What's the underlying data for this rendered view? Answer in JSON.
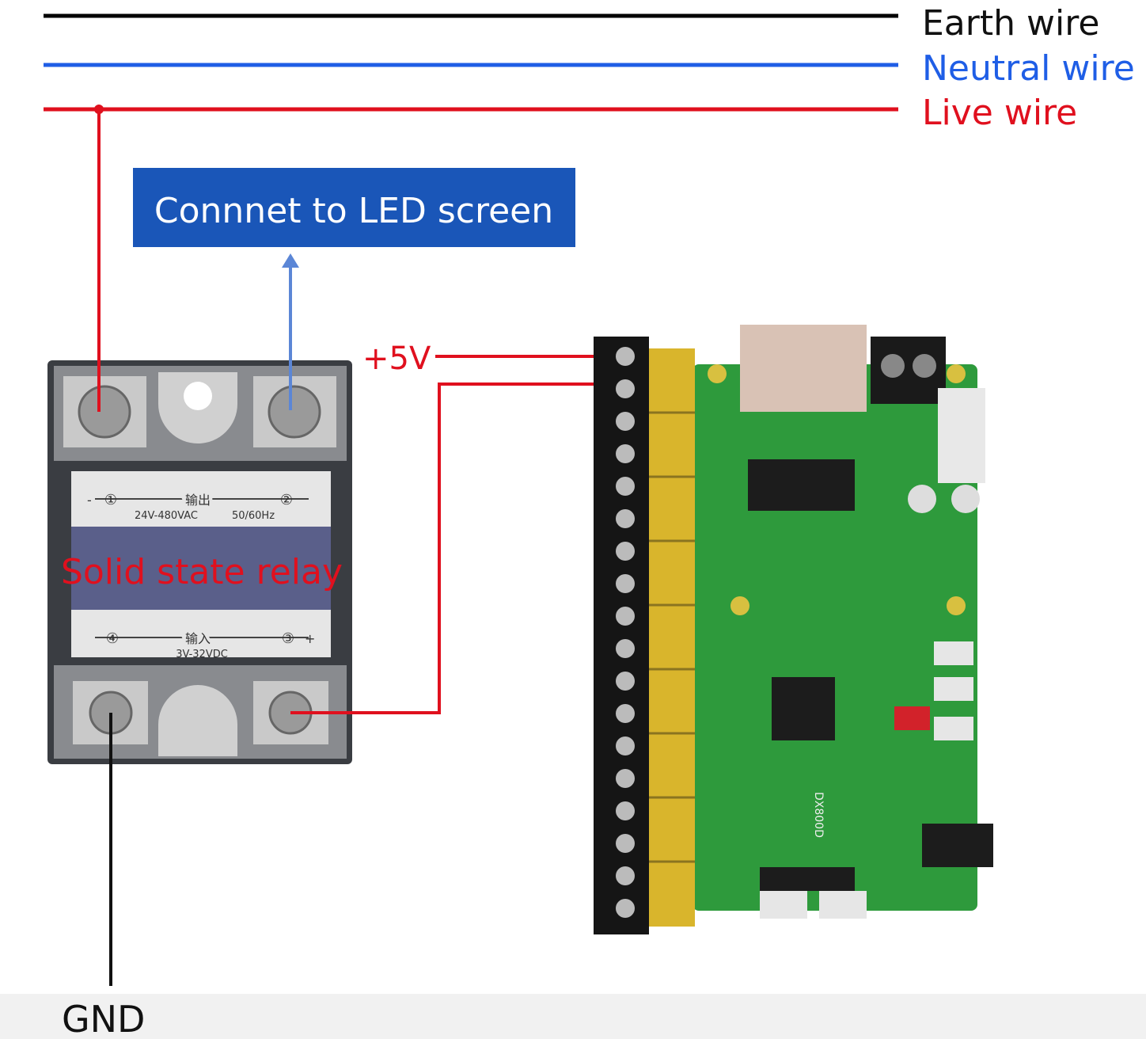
{
  "legend": {
    "earth": {
      "label": "Earth wire",
      "color": "#000000"
    },
    "neutral": {
      "label": "Neutral wire",
      "color": "#1f5ee6"
    },
    "live": {
      "label": "Live wire",
      "color": "#e0101e"
    }
  },
  "led_box": {
    "label": "Connnet to LED screen",
    "color": "#1a56b8"
  },
  "plus5v": "+5V",
  "gnd": "GND",
  "relay": {
    "title": "Solid state relay",
    "output_cn": "输出",
    "output_spec": "24V-480VAC",
    "output_freq": "50/60Hz",
    "input_cn": "输入",
    "input_spec": "3V-32VDC",
    "pins": [
      "①",
      "②",
      "④",
      "③"
    ],
    "minus": "-",
    "plus": "+"
  },
  "board": {
    "model": "DX800D"
  }
}
